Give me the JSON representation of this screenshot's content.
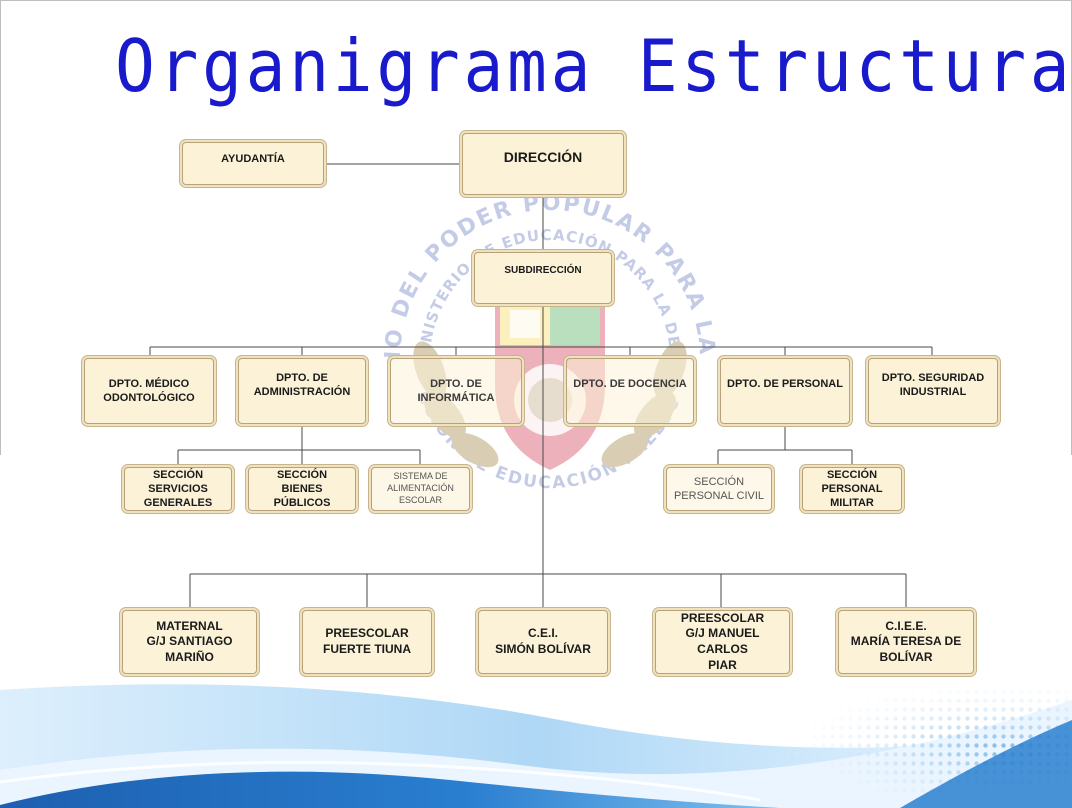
{
  "title": "Organigrama Estructural",
  "colors": {
    "title": "#1a1acd",
    "box_fill": "#fbf2d7",
    "box_border": "#b9a27a",
    "connector": "#4a4a4a",
    "wave_blue": "#2a7fd0"
  },
  "org_chart": {
    "direccion": "DIRECCIÓN",
    "ayudantia": "AYUDANTÍA",
    "subdireccion": "SUBDIRECCIÓN",
    "departamentos": [
      "DPTO. MÉDICO\nODONTOLÓGICO",
      "DPTO. DE\nADMINISTRACIÓN",
      "DPTO. DE INFORMÁTICA",
      "DPTO. DE DOCENCIA",
      "DPTO. DE PERSONAL",
      "DPTO. SEGURIDAD\nINDUSTRIAL"
    ],
    "secciones_administracion": [
      "SECCIÓN\nSERVICIOS GENERALES",
      "SECCIÓN\nBIENES PÚBLICOS",
      "SISTEMA DE\nALIMENTACIÓN\nESCOLAR"
    ],
    "secciones_personal": [
      "SECCIÓN\nPERSONAL CIVIL",
      "SECCIÓN\nPERSONAL MILITAR"
    ],
    "planteles": [
      "MATERNAL\nG/J SANTIAGO MARIÑO",
      "PREESCOLAR\nFUERTE TIUNA",
      "C.E.I.\nSIMÓN BOLÍVAR",
      "PREESCOLAR\nG/J MANUEL CARLOS\nPIAR",
      "C.I.E.E.\nMARÍA TERESA DE\nBOLÍVAR"
    ]
  },
  "watermark": {
    "arc_top": "MINISTERIO DEL PODER POPULAR PARA LA DEFENSA",
    "arc_inner": "VICEMINISTERIO DE EDUCACIÓN PARA LA DEFENSA",
    "arc_bottom": "DIRECCIÓN DE EDUCACIÓN PREESCOLAR"
  }
}
